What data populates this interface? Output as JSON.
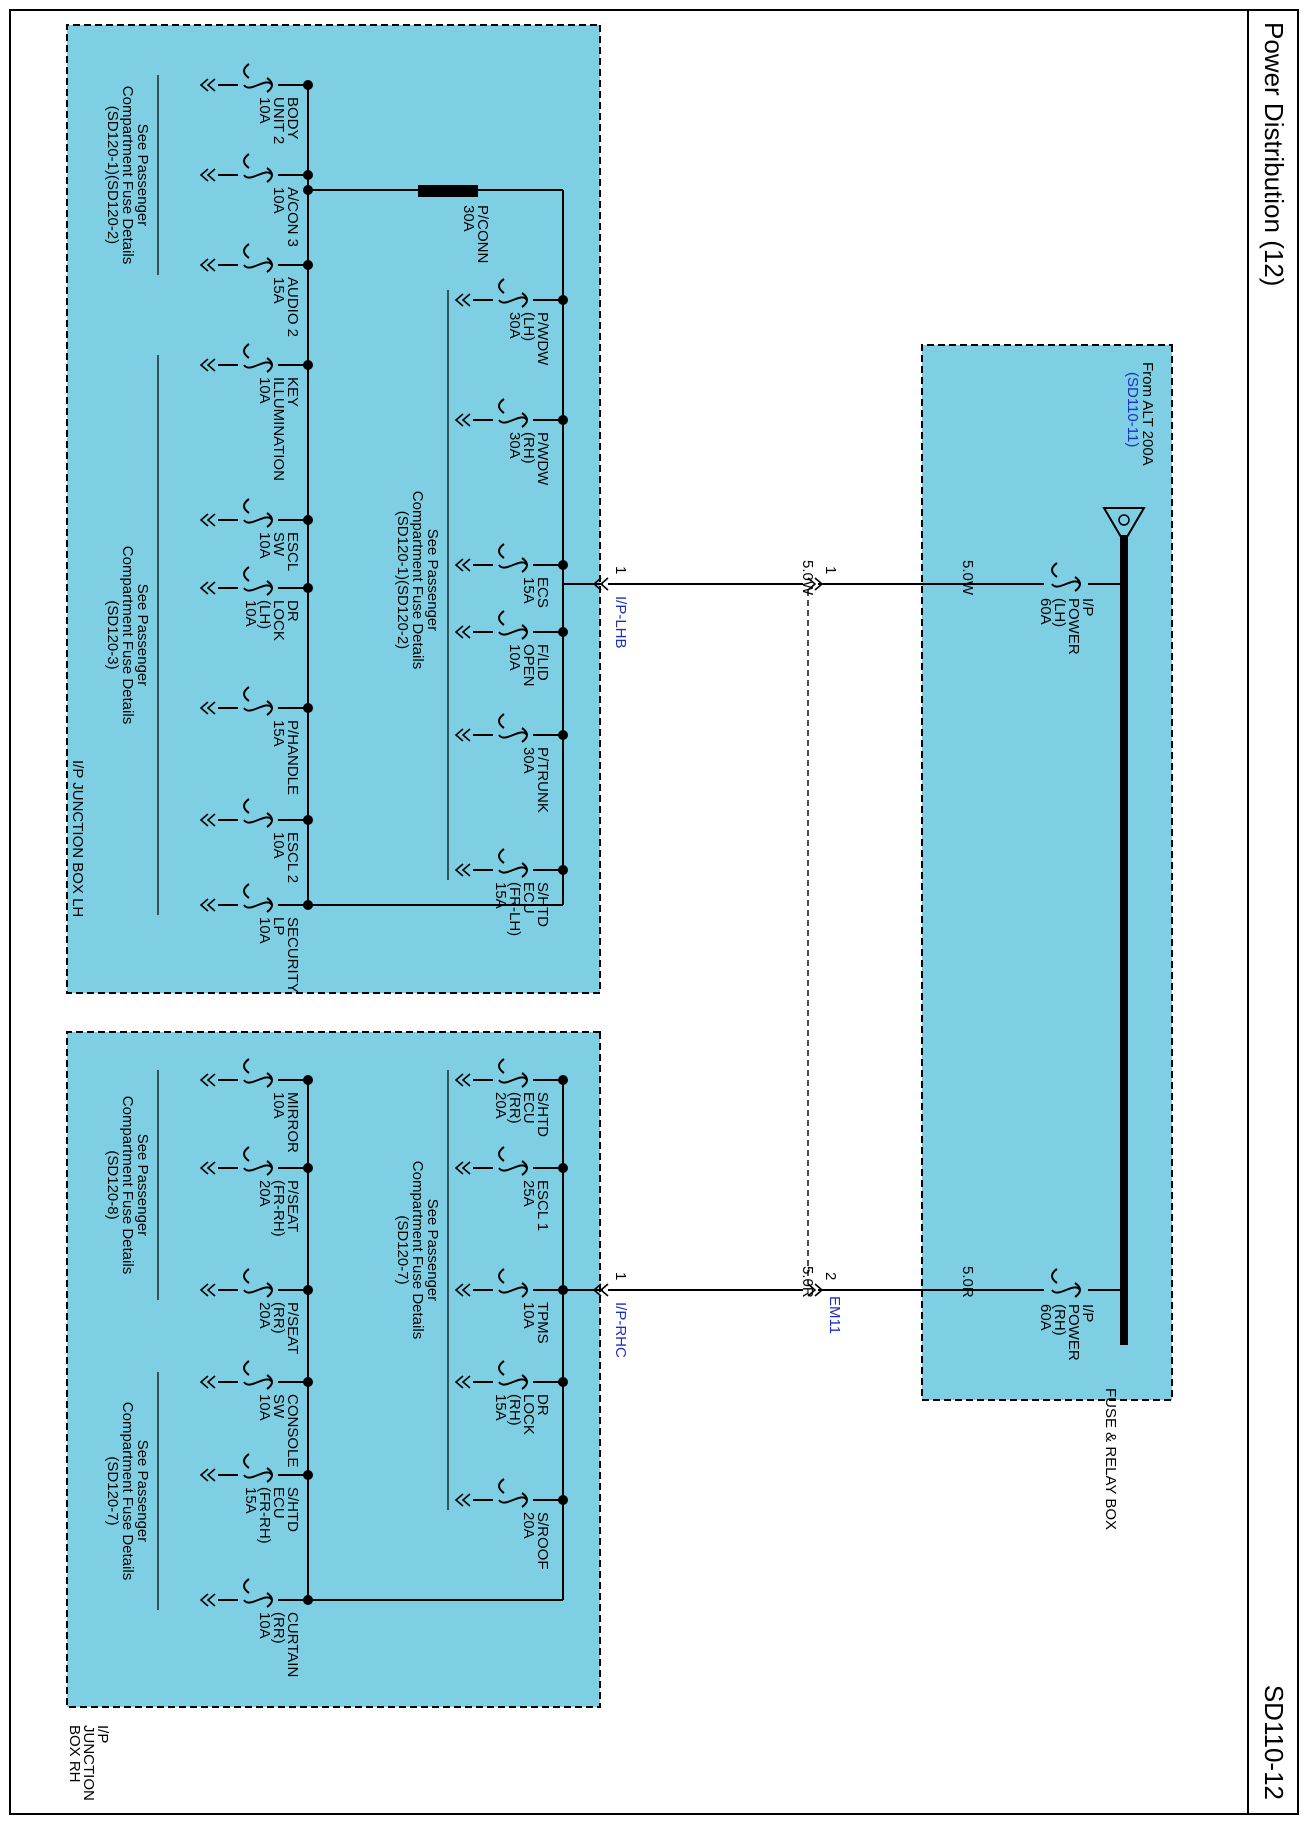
{
  "header": {
    "title": "Power Distribution (12)",
    "page_id": "SD110-12"
  },
  "colors": {
    "box_fill": "#7ecfe3",
    "link_blue": "#1a2fc4",
    "wire": "#000000"
  },
  "fuse_relay_box": {
    "name": "FUSE & RELAY BOX",
    "source": {
      "line1": "From ALT 200A",
      "ref": "(SD110-11)"
    },
    "fuses": [
      {
        "lines": [
          "I/P",
          "POWER",
          "(LH)",
          "60A"
        ]
      },
      {
        "lines": [
          "I/P",
          "POWER",
          "(RH)",
          "60A"
        ]
      }
    ]
  },
  "wires": {
    "lh_upper": "5.0W",
    "lh_lower": "5.0W",
    "rh_upper": "5.0R",
    "rh_lower": "5.0R",
    "conn_1": "1",
    "conn_1b": "1",
    "conn_2": "2",
    "conn_1c": "1",
    "em11": "EM11",
    "iplhb": "I/P-LHB",
    "iprhc": "I/P-RHC"
  },
  "lh_box": {
    "name": "I/P JUNCTION BOX LH",
    "pconn": [
      "P/CONN",
      "30A"
    ],
    "inner_fuses": [
      [
        "P/WDW",
        "(LH)",
        "30A"
      ],
      [
        "P/WDW",
        "(RH)",
        "30A"
      ],
      [
        "ECS",
        "15A"
      ],
      [
        "F/LID",
        "OPEN",
        "10A"
      ],
      [
        "P/TRUNK",
        "30A"
      ],
      [
        "S/HTD",
        "ECU",
        "(FR-LH)",
        "15A"
      ]
    ],
    "inner_note": [
      "See Passenger",
      "Compartment Fuse Details",
      "(SD120-1)(SD120-2)"
    ],
    "outer_fuses": [
      [
        "BODY",
        "UNIT 2",
        "10A"
      ],
      [
        "A/CON 3",
        "10A"
      ],
      [
        "AUDIO 2",
        "15A"
      ],
      [
        "KEY",
        "ILLUMINATION",
        "10A"
      ],
      [
        "ESCL",
        "SW",
        "10A"
      ],
      [
        "DR",
        "LOCK",
        "(LH)",
        "10A"
      ],
      [
        "P/HANDLE",
        "15A"
      ],
      [
        "ESCL 2",
        "10A"
      ],
      [
        "SECURITY",
        "LP",
        "10A"
      ]
    ],
    "outer_note_a": [
      "See Passenger",
      "Compartment Fuse Details",
      "(SD120-1)(SD120-2)"
    ],
    "outer_note_b": [
      "See Passenger",
      "Compartment Fuse Details",
      "(SD120-3)"
    ]
  },
  "rh_box": {
    "name": "I/P JUNCTION BOX RH",
    "name_lines": [
      "I/P",
      "JUNCTION",
      "BOX RH"
    ],
    "inner_fuses": [
      [
        "S/HTD",
        "ECU",
        "(RR)",
        "20A"
      ],
      [
        "ESCL 1",
        "25A"
      ],
      [
        "TPMS",
        "10A"
      ],
      [
        "DR",
        "LOCK",
        "(RH)",
        "15A"
      ],
      [
        "S/ROOF",
        "20A"
      ]
    ],
    "inner_note": [
      "See Passenger",
      "Compartment Fuse Details",
      "(SD120-7)"
    ],
    "outer_fuses": [
      [
        "MIRROR",
        "10A"
      ],
      [
        "P/SEAT",
        "(FR-RH)",
        "20A"
      ],
      [
        "P/SEAT",
        "(RR)",
        "20A"
      ],
      [
        "CONSOLE",
        "SW",
        "10A"
      ],
      [
        "S/HTD",
        "ECU",
        "(FR-RH)",
        "15A"
      ],
      [
        "CURTAIN",
        "(RR)",
        "10A"
      ]
    ],
    "outer_note_a": [
      "See Passenger",
      "Compartment Fuse Details",
      "(SD120-8)"
    ],
    "outer_note_b": [
      "See Passenger",
      "Compartment Fuse Details",
      "(SD120-7)"
    ]
  }
}
